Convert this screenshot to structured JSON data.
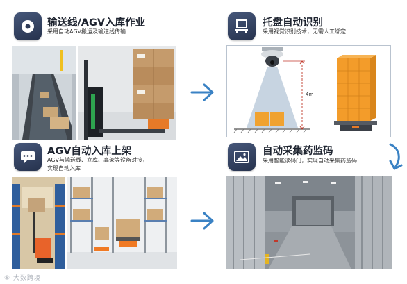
{
  "steps": [
    {
      "icon": "disc-icon",
      "title": "输送线/AGV入库作业",
      "subtitle": "采用自动AGV搬运及输送线传输"
    },
    {
      "icon": "pallet-box-icon",
      "title": "托盘自动识别",
      "subtitle": "采用视觉识别技术，无需人工绑定"
    },
    {
      "icon": "chat-bubble-icon",
      "title": "AGV自动入库上架",
      "subtitle": "AGV与输送线、立库、高架等设备对接，\n实现自动入库"
    },
    {
      "icon": "image-icon",
      "title": "自动采集药监码",
      "subtitle": "采用智能读码门，实现自动采集药监码"
    }
  ],
  "diagram": {
    "height_label": "4m"
  },
  "watermark": "⑥ 大数跨境",
  "colors": {
    "accent": "#3a82c4",
    "icon_bg": "#2e3a56",
    "box": "#f0a230"
  }
}
